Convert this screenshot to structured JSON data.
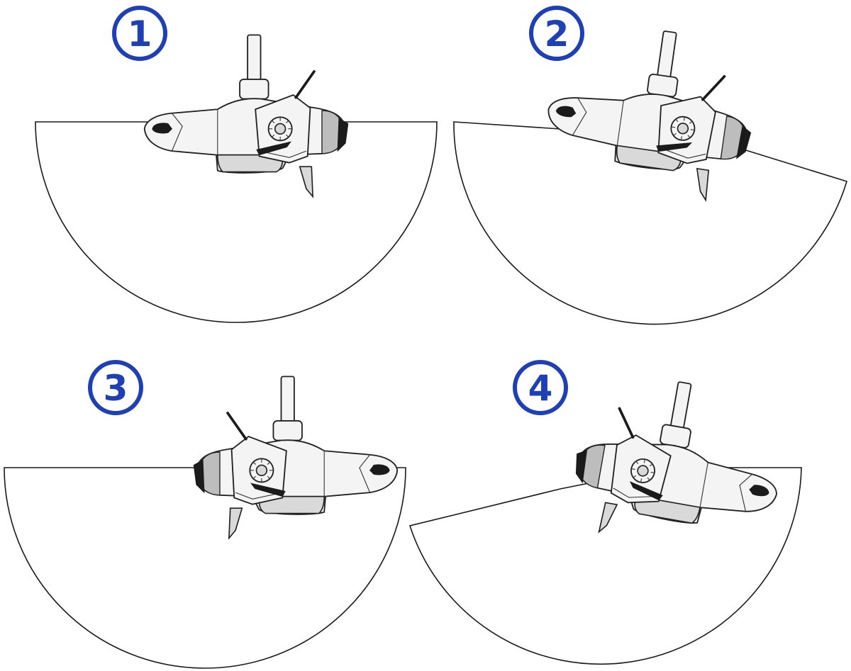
{
  "diagram": {
    "panels": [
      {
        "label": "1",
        "orientation": "down",
        "beam": "centered"
      },
      {
        "label": "2",
        "orientation": "forward",
        "beam": "tilted-right"
      },
      {
        "label": "3",
        "orientation": "down",
        "beam": "centered-reversed"
      },
      {
        "label": "4",
        "orientation": "forward",
        "beam": "tilted-left"
      }
    ],
    "colors": {
      "badge": "#1f3fb5",
      "outline": "#1a1a1a",
      "body": "#f4f4f4"
    },
    "icons": [
      "transducer-unit",
      "mounting-knob",
      "cable",
      "shaft",
      "fin"
    ]
  }
}
